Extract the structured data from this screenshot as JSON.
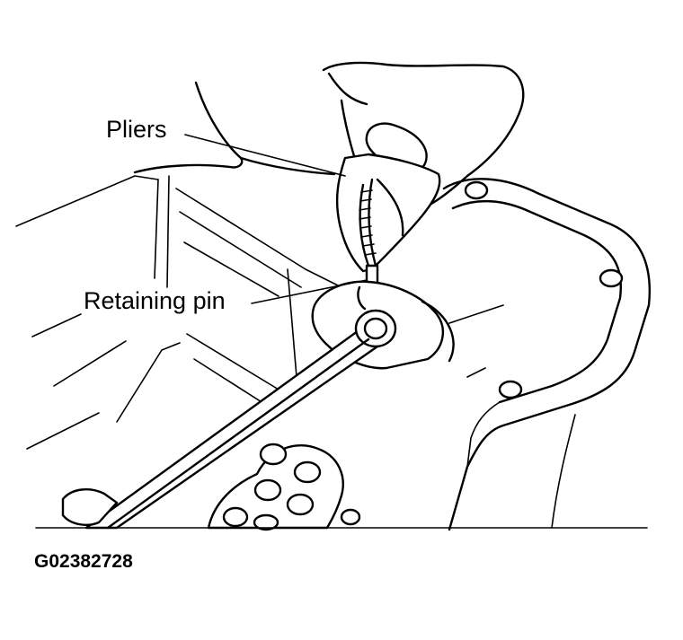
{
  "labels": {
    "pliers": "Pliers",
    "retaining_pin": "Retaining pin"
  },
  "figure_id": "G02382728",
  "colors": {
    "line": "#000000",
    "background": "#ffffff"
  }
}
